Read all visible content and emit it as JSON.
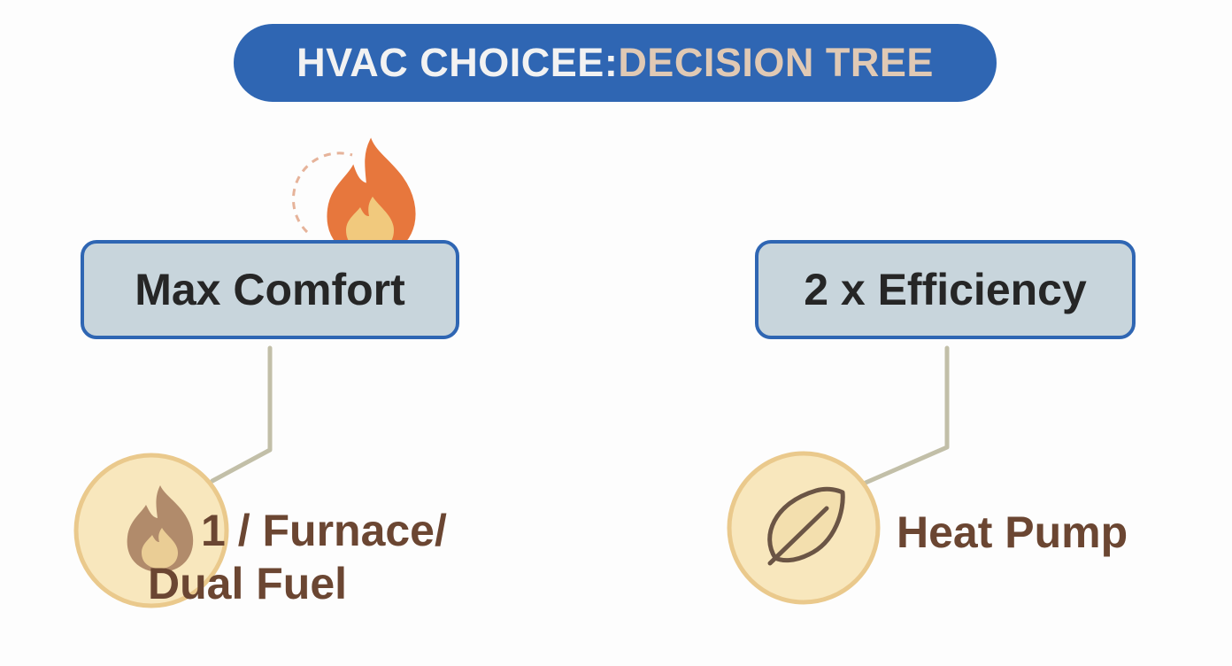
{
  "title": {
    "part1": "HVAC CHOICEE: ",
    "part2": "DECISION TREE"
  },
  "nodes": {
    "left": {
      "label": "Max Comfort",
      "icon": "flame-icon"
    },
    "right": {
      "label": "2 x Efficiency"
    }
  },
  "outcomes": {
    "left": {
      "line1": "1 / Furnace/",
      "line2": "Dual Fuel",
      "icon": "flame-icon"
    },
    "right": {
      "label": "Heat Pump",
      "icon": "leaf-icon"
    }
  },
  "colors": {
    "title_bg": "#2f66b3",
    "box_fill": "#c8d5dc",
    "box_border": "#2f66b3",
    "connector": "#c2bfa8",
    "flame_outer": "#e7773d",
    "flame_inner": "#f1c97d",
    "circle_fill": "#f8e7bd",
    "circle_border": "#eac98c",
    "label_text": "#6b4632"
  }
}
